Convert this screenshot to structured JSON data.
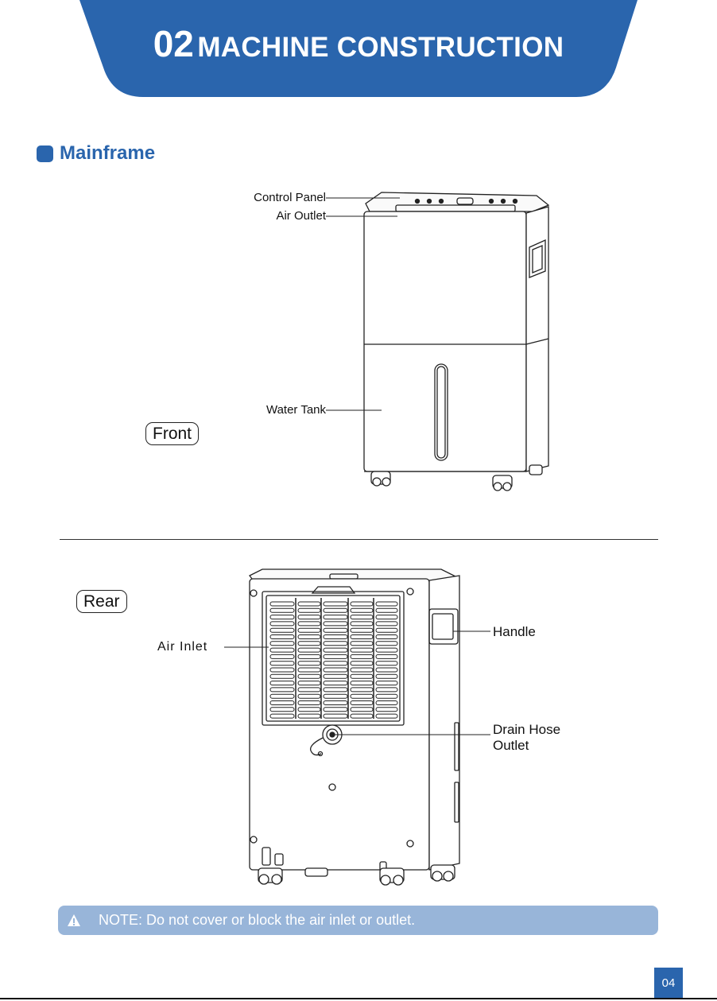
{
  "header": {
    "number": "02",
    "title": "MACHINE CONSTRUCTION"
  },
  "section": {
    "title": "Mainframe"
  },
  "front_view": {
    "tag": "Front",
    "labels": {
      "control_panel": "Control Panel",
      "air_outlet": "Air Outlet",
      "water_tank": "Water Tank"
    }
  },
  "rear_view": {
    "tag": "Rear",
    "labels": {
      "air_inlet": "Air Inlet",
      "handle": "Handle",
      "drain_line1": "Drain Hose",
      "drain_line2": "Outlet"
    }
  },
  "note": {
    "text": "NOTE: Do not cover or block the air inlet or outlet."
  },
  "page_number": "04",
  "colors": {
    "brand_blue": "#2a65ad",
    "note_bar": "#98b5d9"
  }
}
